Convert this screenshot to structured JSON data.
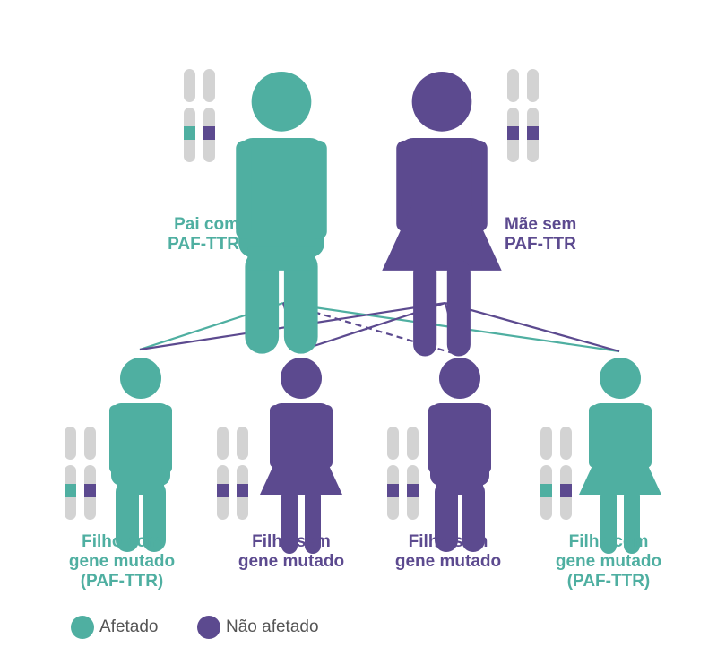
{
  "colors": {
    "affected": "#4fafa1",
    "unaffected": "#5c4a8f",
    "chromosome": "#d3d3d3",
    "label_muted": "#555555"
  },
  "parents": {
    "father": {
      "label_lines": [
        "Pai com",
        "PAF-TTR"
      ],
      "status": "affected",
      "sex": "male",
      "alleles": [
        "affected",
        "unaffected"
      ]
    },
    "mother": {
      "label_lines": [
        "Mãe sem",
        "PAF-TTR"
      ],
      "status": "unaffected",
      "sex": "female",
      "alleles": [
        "unaffected",
        "unaffected"
      ]
    }
  },
  "children": [
    {
      "label_lines": [
        "Filho com",
        "gene mutado",
        "(PAF-TTR)"
      ],
      "status": "affected",
      "sex": "male",
      "alleles": [
        "affected",
        "unaffected"
      ]
    },
    {
      "label_lines": [
        "Filha sem",
        "gene mutado"
      ],
      "status": "unaffected",
      "sex": "female",
      "alleles": [
        "unaffected",
        "unaffected"
      ]
    },
    {
      "label_lines": [
        "Filho sem",
        "gene mutado"
      ],
      "status": "unaffected",
      "sex": "male",
      "alleles": [
        "unaffected",
        "unaffected"
      ]
    },
    {
      "label_lines": [
        "Filha com",
        "gene mutado",
        "(PAF-TTR)"
      ],
      "status": "affected",
      "sex": "female",
      "alleles": [
        "affected",
        "unaffected"
      ]
    }
  ],
  "legend": [
    {
      "label": "Afetado",
      "status": "affected"
    },
    {
      "label": "Não afetado",
      "status": "unaffected"
    }
  ]
}
